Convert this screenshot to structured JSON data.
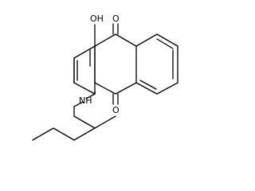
{
  "molecule": {
    "atom_labels": {
      "hydroxyl": "OH",
      "ketone_top": "O",
      "ketone_bottom": "O",
      "amine": "NH"
    },
    "colors": {
      "bond": "#000000",
      "label": "#000000",
      "background": "#ffffff"
    }
  }
}
